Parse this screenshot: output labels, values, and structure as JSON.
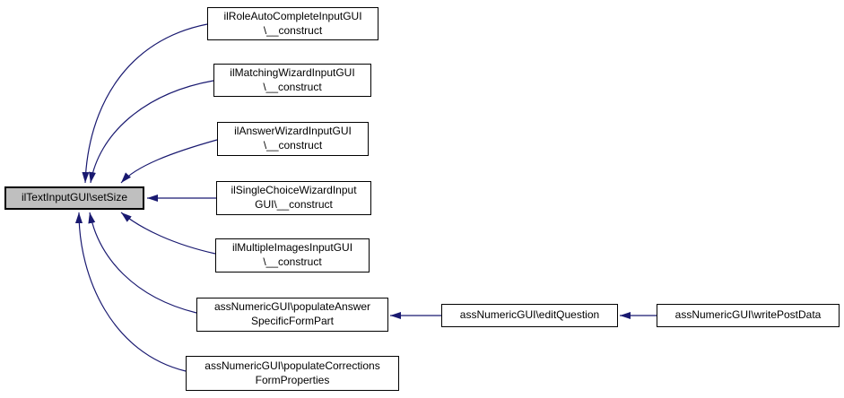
{
  "diagram": {
    "kind": "caller-graph",
    "colors": {
      "edge": "#191970",
      "node_border": "#000000",
      "node_fill": "#ffffff",
      "focus_fill": "#bfbfbf",
      "background": "#ffffff"
    },
    "nodes": {
      "focus": {
        "line1": "ilTextInputGUI\\setSize"
      },
      "roleAutoComplete": {
        "line1": "ilRoleAutoCompleteInputGUI",
        "line2": "\\__construct"
      },
      "matchingWizard": {
        "line1": "ilMatchingWizardInputGUI",
        "line2": "\\__construct"
      },
      "answerWizard": {
        "line1": "ilAnswerWizardInputGUI",
        "line2": "\\__construct"
      },
      "singleChoiceWizard": {
        "line1": "ilSingleChoiceWizardInput",
        "line2": "GUI\\__construct"
      },
      "multipleImages": {
        "line1": "ilMultipleImagesInputGUI",
        "line2": "\\__construct"
      },
      "populateAnswer": {
        "line1": "assNumericGUI\\populateAnswer",
        "line2": "SpecificFormPart"
      },
      "populateCorrections": {
        "line1": "assNumericGUI\\populateCorrections",
        "line2": "FormProperties"
      },
      "editQuestion": {
        "line1": "assNumericGUI\\editQuestion"
      },
      "writePostData": {
        "line1": "assNumericGUI\\writePostData"
      }
    }
  }
}
